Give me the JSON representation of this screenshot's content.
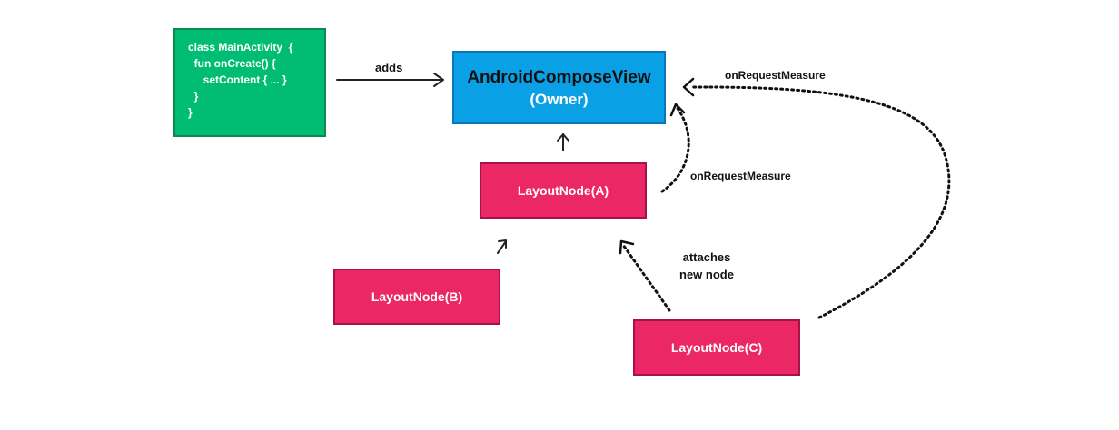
{
  "code": {
    "lines": [
      "class MainActivity  {",
      "  fun onCreate() {",
      "     setContent { ... }",
      "  }",
      "}"
    ]
  },
  "owner": {
    "title": "AndroidComposeView",
    "subtitle": "(Owner)"
  },
  "nodes": {
    "a": "LayoutNode(A)",
    "b": "LayoutNode(B)",
    "c": "LayoutNode(C)"
  },
  "labels": {
    "adds": "adds",
    "on_request_measure_top": "onRequestMeasure",
    "on_request_measure_mid": "onRequestMeasure",
    "attaches_line1": "attaches",
    "attaches_line2": "new node"
  },
  "colors": {
    "code_box": "#00bd73",
    "owner_box": "#0aa0e6",
    "node_box": "#ec2766"
  }
}
